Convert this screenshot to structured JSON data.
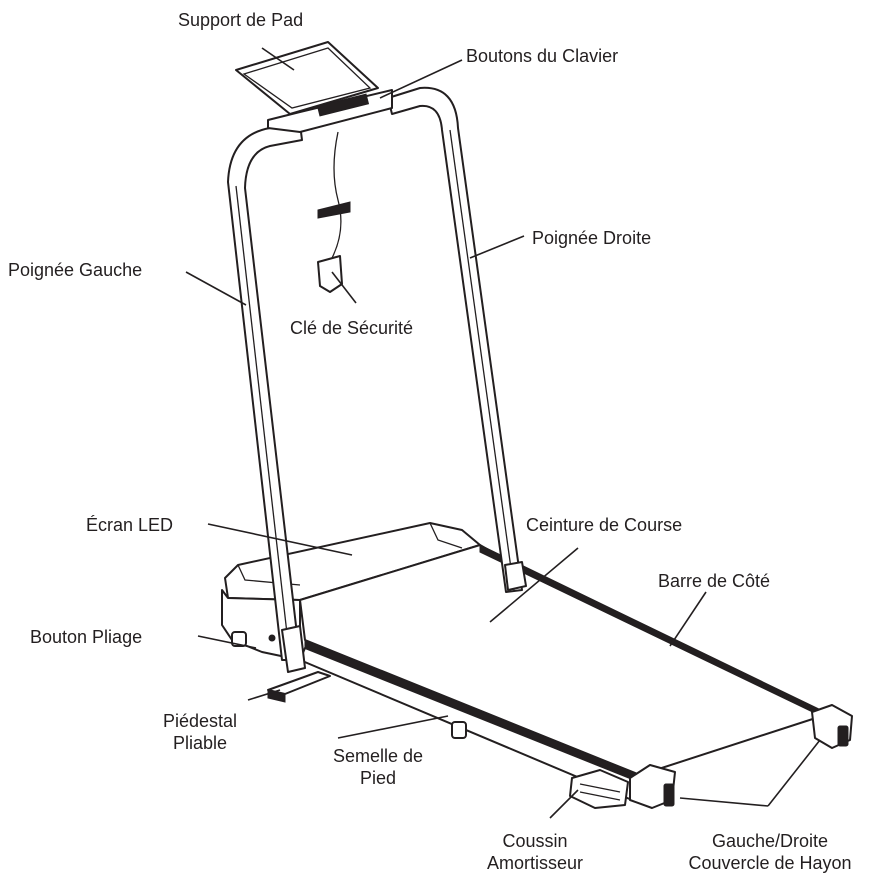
{
  "labels": {
    "pad_holder": "Support de Pad",
    "keypad_buttons": "Boutons du Clavier",
    "right_handle": "Poignée Droite",
    "left_handle": "Poignée Gauche",
    "safety_key": "Clé de Sécurité",
    "led_screen": "Écran LED",
    "running_belt": "Ceinture de Course",
    "side_bar": "Barre de Côté",
    "fold_button": "Bouton Pliage",
    "folding_pedestal_line1": "Piédestal",
    "folding_pedestal_line2": "Pliable",
    "foot_pad_line1": "Semelle de",
    "foot_pad_line2": "Pied",
    "shock_cushion_line1": "Coussin",
    "shock_cushion_line2": "Amortisseur",
    "end_cover_line1": "Gauche/Droite",
    "end_cover_line2": "Couvercle de Hayon"
  },
  "colors": {
    "ink": "#231f20",
    "background": "#ffffff"
  }
}
